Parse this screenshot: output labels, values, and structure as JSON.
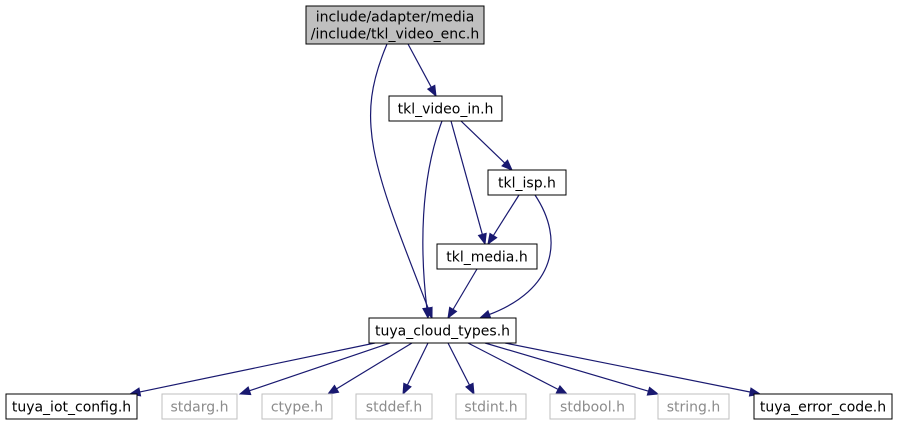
{
  "colors": {
    "edge": "#191970",
    "root_fill": "#bfbfbf",
    "external_border": "#bfbfbf",
    "external_text": "#8c8c8c"
  },
  "nodes": [
    {
      "id": "root",
      "lines": [
        "include/adapter/media",
        "/include/tkl_video_enc.h"
      ],
      "kind": "root"
    },
    {
      "id": "video_in",
      "lines": [
        "tkl_video_in.h"
      ],
      "kind": "normal"
    },
    {
      "id": "isp",
      "lines": [
        "tkl_isp.h"
      ],
      "kind": "normal"
    },
    {
      "id": "media",
      "lines": [
        "tkl_media.h"
      ],
      "kind": "normal"
    },
    {
      "id": "cloud",
      "lines": [
        "tuya_cloud_types.h"
      ],
      "kind": "normal"
    },
    {
      "id": "iot_config",
      "lines": [
        "tuya_iot_config.h"
      ],
      "kind": "normal"
    },
    {
      "id": "stdarg",
      "lines": [
        "stdarg.h"
      ],
      "kind": "external"
    },
    {
      "id": "ctype",
      "lines": [
        "ctype.h"
      ],
      "kind": "external"
    },
    {
      "id": "stddef",
      "lines": [
        "stddef.h"
      ],
      "kind": "external"
    },
    {
      "id": "stdint",
      "lines": [
        "stdint.h"
      ],
      "kind": "external"
    },
    {
      "id": "stdbool",
      "lines": [
        "stdbool.h"
      ],
      "kind": "external"
    },
    {
      "id": "string",
      "lines": [
        "string.h"
      ],
      "kind": "external"
    },
    {
      "id": "error_code",
      "lines": [
        "tuya_error_code.h"
      ],
      "kind": "normal"
    }
  ],
  "edges": [
    {
      "from": "root",
      "to": "video_in"
    },
    {
      "from": "root",
      "to": "cloud"
    },
    {
      "from": "video_in",
      "to": "isp"
    },
    {
      "from": "video_in",
      "to": "media"
    },
    {
      "from": "video_in",
      "to": "cloud"
    },
    {
      "from": "isp",
      "to": "media"
    },
    {
      "from": "isp",
      "to": "cloud"
    },
    {
      "from": "media",
      "to": "cloud"
    },
    {
      "from": "cloud",
      "to": "iot_config"
    },
    {
      "from": "cloud",
      "to": "stdarg"
    },
    {
      "from": "cloud",
      "to": "ctype"
    },
    {
      "from": "cloud",
      "to": "stddef"
    },
    {
      "from": "cloud",
      "to": "stdint"
    },
    {
      "from": "cloud",
      "to": "stdbool"
    },
    {
      "from": "cloud",
      "to": "string"
    },
    {
      "from": "cloud",
      "to": "error_code"
    }
  ]
}
